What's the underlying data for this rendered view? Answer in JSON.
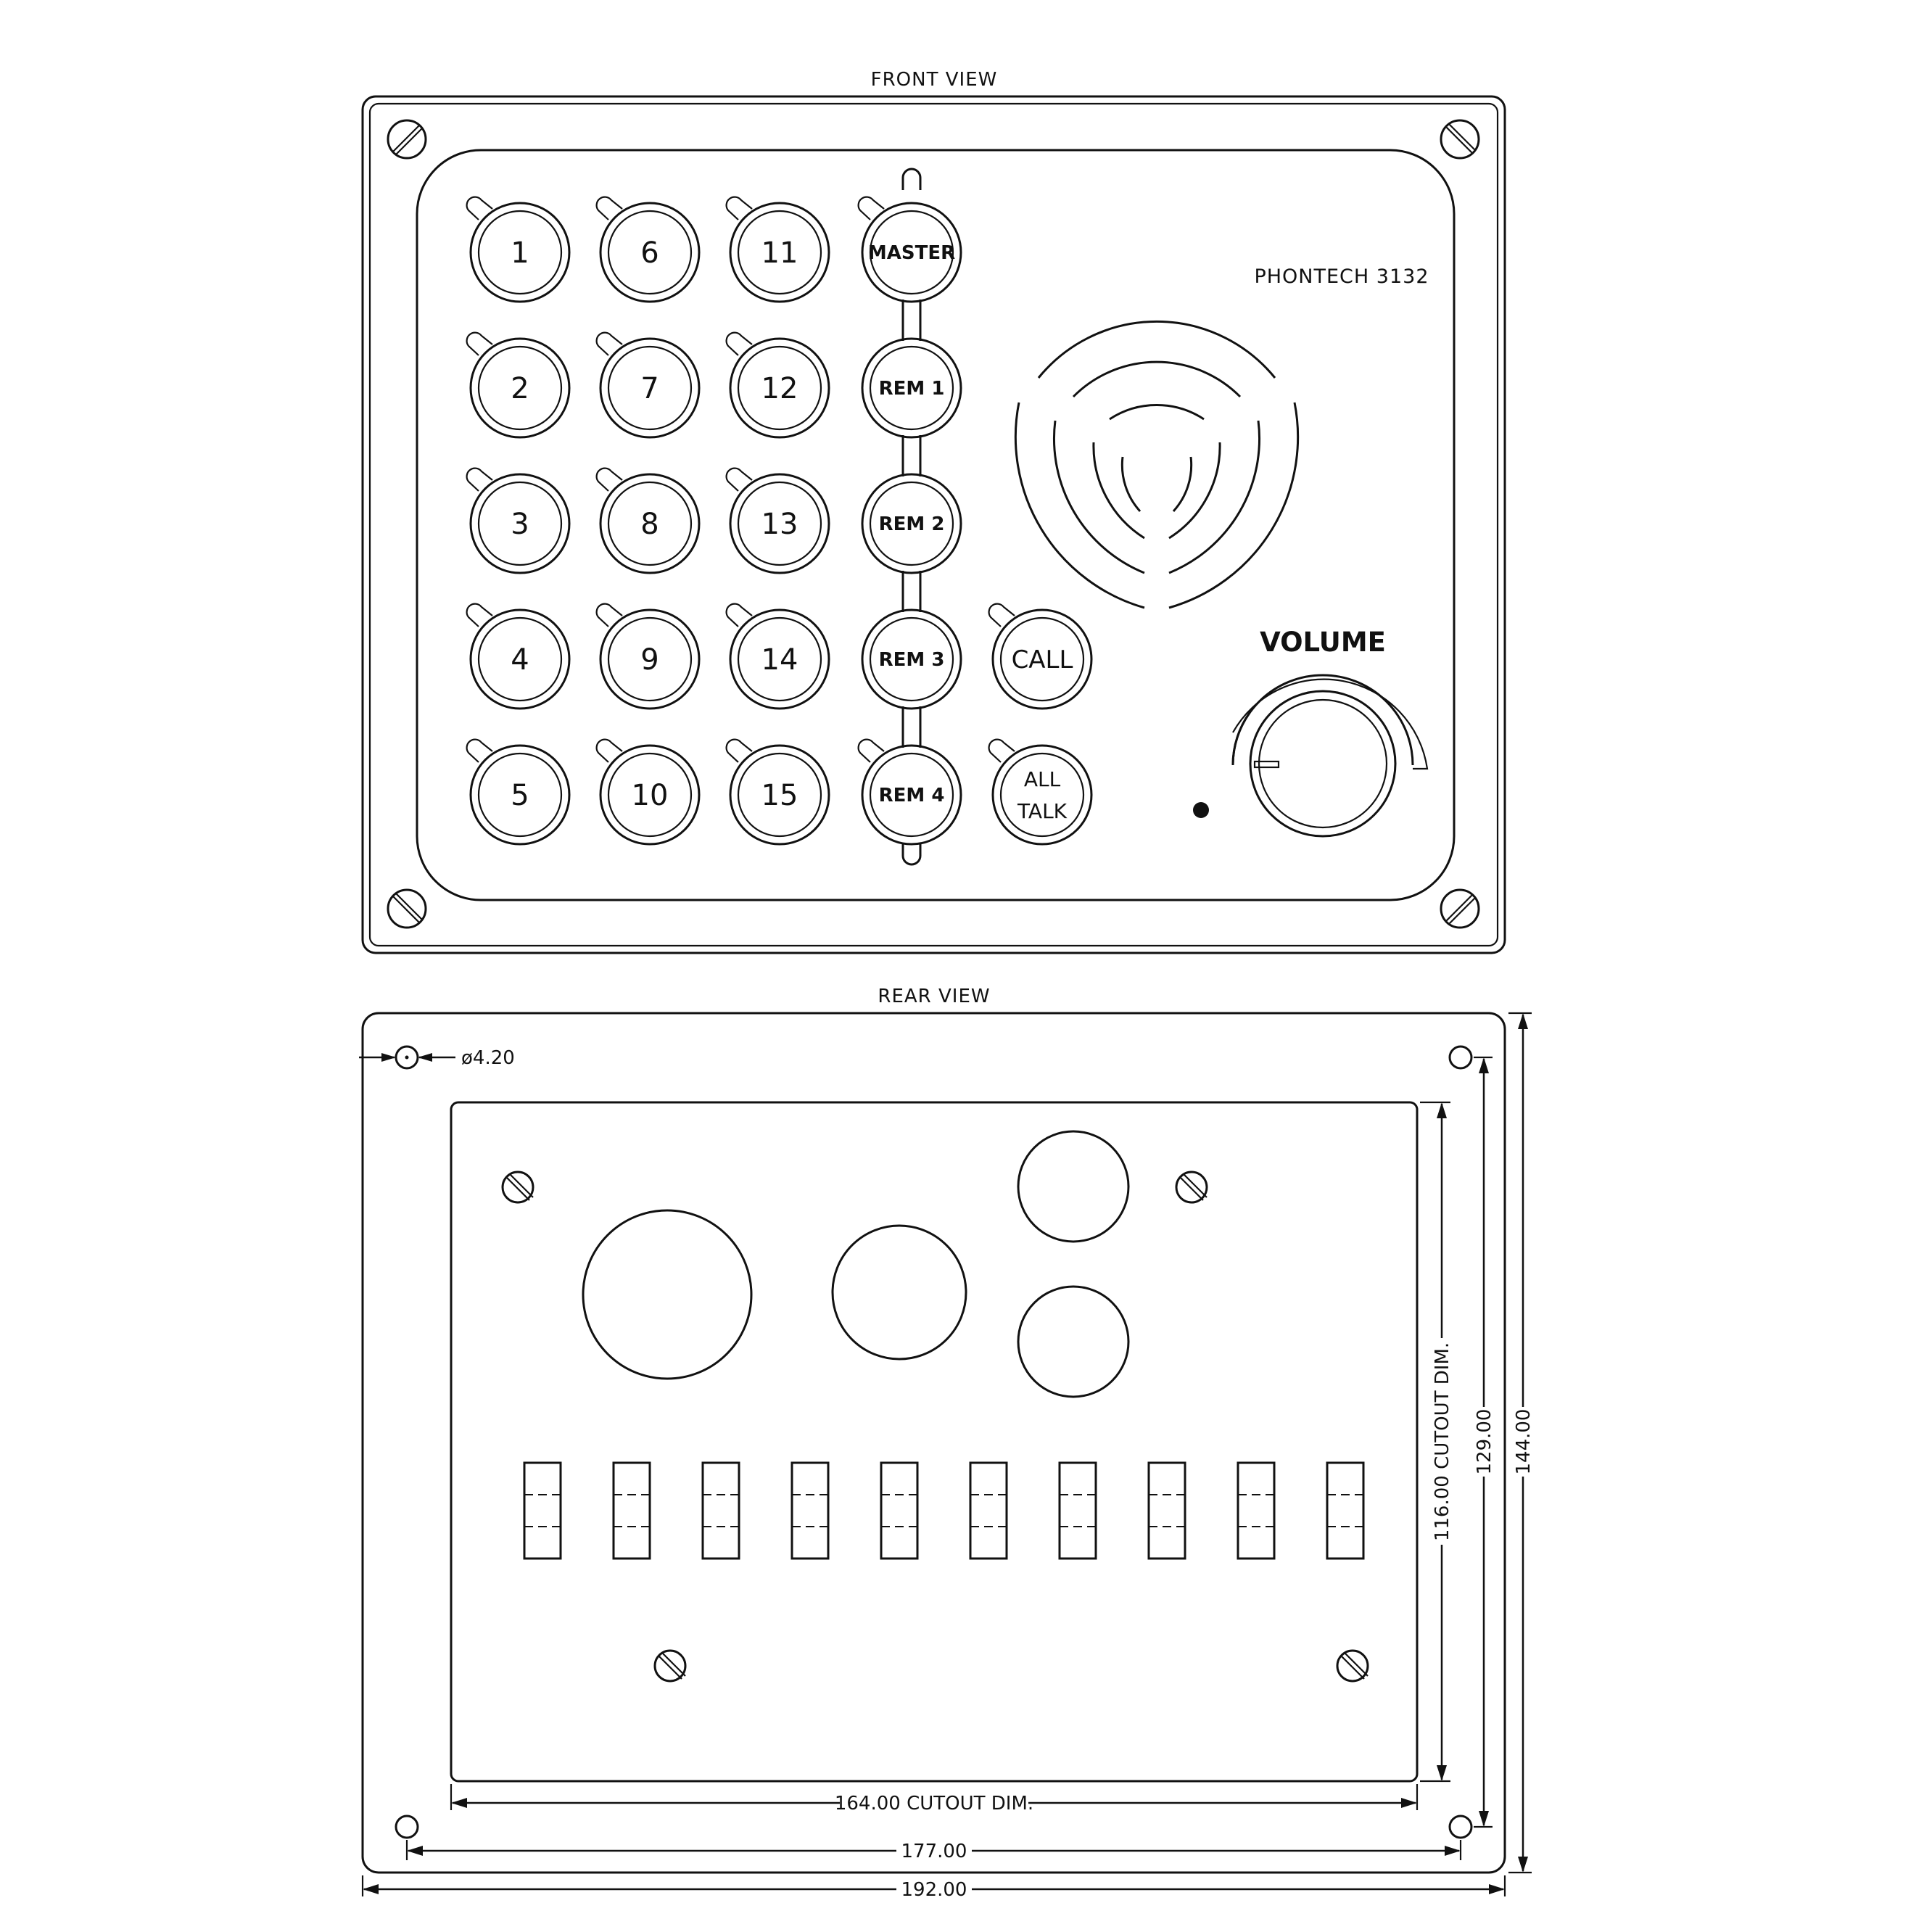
{
  "front_view": {
    "title": "FRONT VIEW",
    "brand": "PHONTECH 3132",
    "volume_label": "VOLUME",
    "station_keys": [
      {
        "label": "1"
      },
      {
        "label": "2"
      },
      {
        "label": "3"
      },
      {
        "label": "4"
      },
      {
        "label": "5"
      },
      {
        "label": "6"
      },
      {
        "label": "7"
      },
      {
        "label": "8"
      },
      {
        "label": "9"
      },
      {
        "label": "10"
      },
      {
        "label": "11"
      },
      {
        "label": "12"
      },
      {
        "label": "13"
      },
      {
        "label": "14"
      },
      {
        "label": "15"
      }
    ],
    "function_keys": [
      {
        "label": "MASTER"
      },
      {
        "label": "REM 1"
      },
      {
        "label": "REM 2"
      },
      {
        "label": "REM 3"
      },
      {
        "label": "REM 4"
      }
    ],
    "call_key": {
      "label": "CALL"
    },
    "all_talk_key": {
      "line1": "ALL",
      "line2": "TALK"
    }
  },
  "rear_view": {
    "title": "REAR VIEW",
    "hole_diameter": "ø4.20",
    "dims": {
      "cutout_width": "164.00 CUTOUT DIM.",
      "hole_spacing_x": "177.00",
      "overall_width": "192.00",
      "cutout_height": "116.00 CUTOUT DIM.",
      "hole_spacing_y": "129.00",
      "overall_height": "144.00"
    },
    "terminal_count": 10
  }
}
